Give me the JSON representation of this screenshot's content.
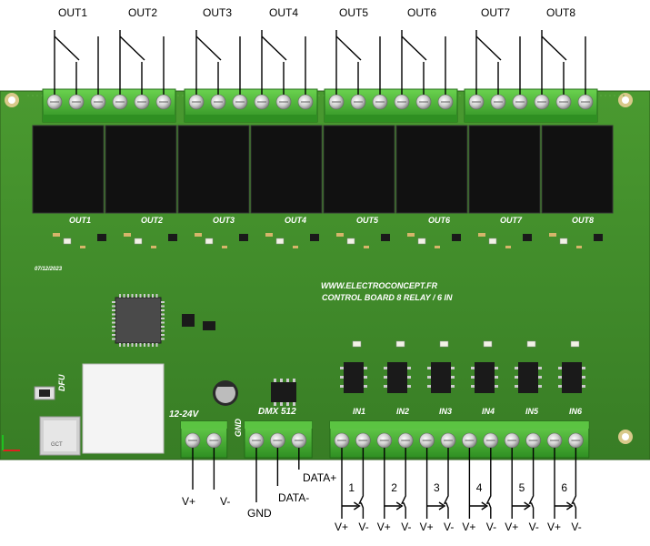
{
  "outputs": {
    "terminal_labels": [
      "OUT1",
      "OUT2",
      "OUT3",
      "OUT4",
      "OUT5",
      "OUT6",
      "OUT7",
      "OUT8"
    ],
    "silk_labels": [
      "OUT1",
      "OUT2",
      "OUT3",
      "OUT4",
      "OUT5",
      "OUT6",
      "OUT7",
      "OUT8"
    ]
  },
  "board": {
    "url": "WWW.ELECTROCONCEPT.FR",
    "title": "CONTROL BOARD 8 RELAY / 6 IN",
    "date": "07/12/2023",
    "dfu_label": "DFU",
    "usb_label": "GCT",
    "power_label": "12-24V",
    "gnd_label": "GND",
    "dmx_label": "DMX 512",
    "input_silk": [
      "IN1",
      "IN2",
      "IN3",
      "IN4",
      "IN5",
      "IN6"
    ],
    "colors": {
      "pcb": "#3f8a2a",
      "terminal": "#4bb23a",
      "relay": "#111111"
    }
  },
  "power": {
    "vplus": "V+",
    "vminus": "V-"
  },
  "dmx": {
    "gnd": "GND",
    "data_minus": "DATA-",
    "data_plus": "DATA+"
  },
  "inputs": {
    "numbers": [
      "1",
      "2",
      "3",
      "4",
      "5",
      "6"
    ],
    "vplus": "V+",
    "vminus": "V-"
  }
}
